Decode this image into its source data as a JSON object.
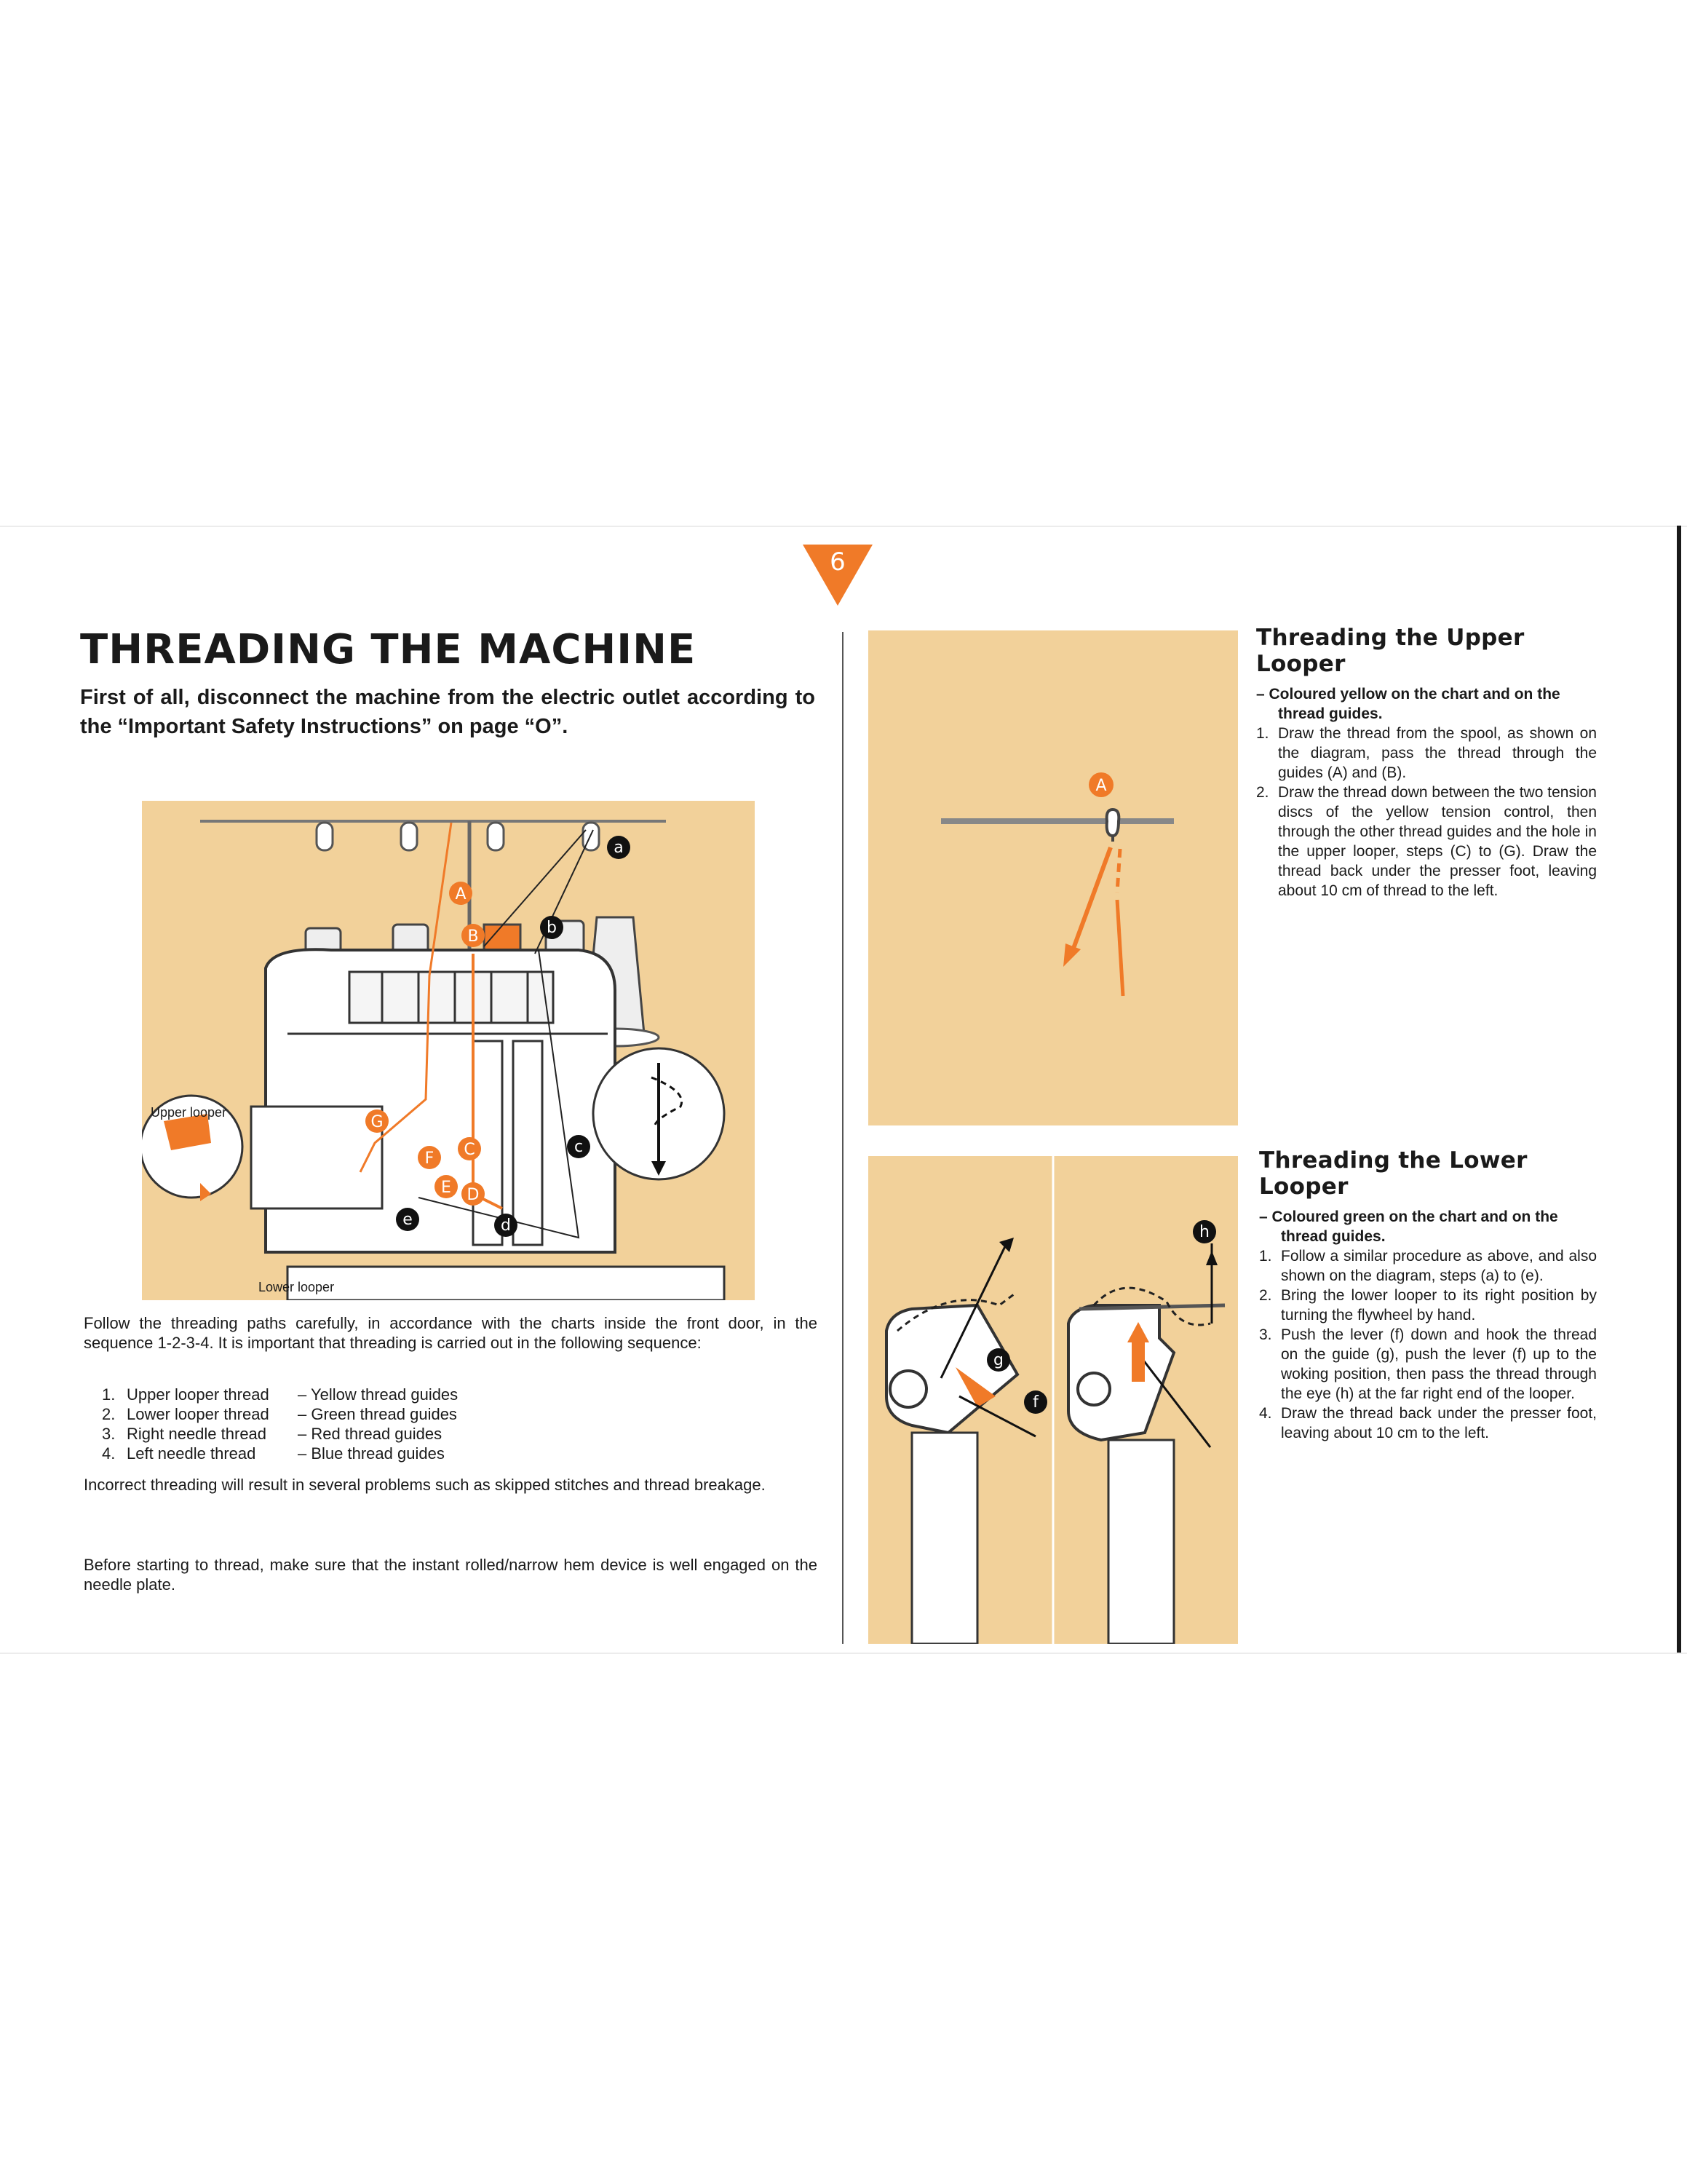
{
  "page_number": "6",
  "left": {
    "title": "THREADING THE MACHINE",
    "intro": "First of all, disconnect the machine from the electric outlet according to the “Important Safety Instructions” on page “O”.",
    "figure": {
      "label_upper_looper": "Upper looper",
      "label_lower_looper": "Lower looper",
      "markers_upper": [
        "A",
        "B",
        "C",
        "D",
        "E",
        "F",
        "G"
      ],
      "markers_lower": [
        "a",
        "b",
        "c",
        "d",
        "e"
      ]
    },
    "follow_text": "Follow the threading paths carefully, in accordance with the charts inside the front door, in the sequence 1-2-3-4. It is important that threading is carried out in the following sequence:",
    "sequence": [
      {
        "n": "1.",
        "a": "Upper looper thread",
        "b": "–  Yellow thread guides"
      },
      {
        "n": "2.",
        "a": "Lower looper thread",
        "b": "–  Green thread guides"
      },
      {
        "n": "3.",
        "a": "Right needle thread",
        "b": "–  Red thread guides"
      },
      {
        "n": "4.",
        "a": "Left needle thread",
        "b": "–  Blue thread guides"
      }
    ],
    "incorrect_text": "Incorrect threading will result in several problems such as skipped stitches and thread breakage.",
    "before_text": "Before starting to thread, make sure that the instant rolled/narrow hem device is well engaged on the needle plate."
  },
  "upper_looper": {
    "heading": "Threading the Upper Looper",
    "sub": "– Coloured yellow on the chart and on the thread guides.",
    "steps": [
      {
        "n": "1.",
        "t": "Draw the thread from the spool, as shown on the diagram, pass the thread through the guides (A) and (B)."
      },
      {
        "n": "2.",
        "t": "Draw the thread down between the two tension discs of the yellow tension control, then through the other thread guides and the hole in the upper looper, steps (C) to (G). Draw the thread back under the presser foot, leaving about 10 cm of thread to the left."
      }
    ],
    "figure_marker": "A"
  },
  "lower_looper": {
    "heading": "Threading the Lower Looper",
    "sub": "– Coloured green on the chart and on the thread guides.",
    "steps": [
      {
        "n": "1.",
        "t": "Follow a similar procedure as above, and also shown on the diagram, steps (a) to (e)."
      },
      {
        "n": "2.",
        "t": "Bring the lower looper to its right position by turning the flywheel by hand."
      },
      {
        "n": "3.",
        "t": "Push the lever (f) down and hook the thread on the guide (g), push the lever (f) up to the woking position, then pass the thread through the eye (h) at the far right end of the looper."
      },
      {
        "n": "4.",
        "t": "Draw the thread back under the presser foot, leaving about 10 cm to the left."
      }
    ],
    "figure_markers": [
      "g",
      "f",
      "h"
    ]
  },
  "colors": {
    "accent": "#f07a28",
    "figure_bg": "#f2d19a",
    "text": "#1a1a1a"
  }
}
